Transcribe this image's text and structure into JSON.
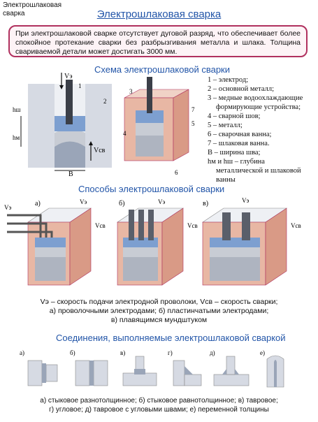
{
  "header": {
    "corner_label": "Электрошлаковая сварка",
    "title": "Электрошлаковая сварка"
  },
  "intro": "При электрошлаковой сварке отсутствует дуговой разряд, что обеспечивает более спокойное протекание сварки без разбрызгивания металла и шлака. Толщина свариваемой детали может достигать 3000 мм.",
  "scheme": {
    "title": "Схема электрошлаковой сварки",
    "labels": {
      "ve": "Vэ",
      "vsv": "Vсв",
      "hsh": "hш",
      "hm": "hм",
      "b": "B"
    },
    "callouts": [
      "1",
      "2",
      "3",
      "4",
      "5",
      "6",
      "7"
    ],
    "legend": [
      "1 – электрод;",
      "2 – основной металл;",
      "3 – медные водоохлаждающие формирующие устройства;",
      "4 – сварной шов;",
      "5 – металл;",
      "6 – сварочная ванна;",
      "7 – шлаковая ванна.",
      "B – ширина шва;",
      "hм и hш – глубина металлической и шлаковой ванны"
    ]
  },
  "methods": {
    "title": "Способы электрошлаковой сварки",
    "letters": [
      "а)",
      "б)",
      "в)"
    ],
    "labels": {
      "ve": "Vэ",
      "vsv": "Vсв"
    },
    "captions": [
      "Vэ – скорость подачи электродной проволоки, Vсв – скорость сварки;",
      "а) проволочными электродами; б) пластинчатыми электродами;",
      "в) плавящимся мундштуком"
    ]
  },
  "joints": {
    "title": "Соединения, выполняемые электрошлаковой сваркой",
    "letters": [
      "а)",
      "б)",
      "в)",
      "г)",
      "д)",
      "е)"
    ],
    "captions": [
      "а) стыковое разнотолщинное; б) стыковое равнотолщинное; в) тавровое;",
      "г) угловое; д) тавровое с угловыми швами; е) переменной толщины"
    ]
  },
  "colors": {
    "title_blue": "#2255a8",
    "frame_red": "#b0305e",
    "slag_blue": "#7d9fd0",
    "copper": "#e8b7a4",
    "metal_gray": "#aeb4c0"
  }
}
